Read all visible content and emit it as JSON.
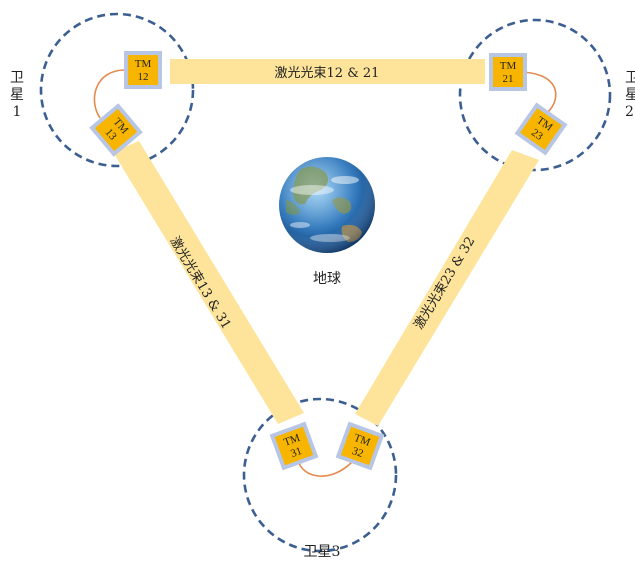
{
  "satellites": [
    {
      "label_line1": "卫",
      "label_line2": "星",
      "label_line3": "1"
    },
    {
      "label_line1": "卫",
      "label_line2": "星",
      "label_line3": "2"
    },
    {
      "label": "卫星3"
    }
  ],
  "test_masses": [
    {
      "line1": "TM",
      "line2": "12"
    },
    {
      "line1": "TM",
      "line2": "13"
    },
    {
      "line1": "TM",
      "line2": "21"
    },
    {
      "line1": "TM",
      "line2": "23"
    },
    {
      "line1": "TM",
      "line2": "31"
    },
    {
      "line1": "TM",
      "line2": "32"
    }
  ],
  "beams": {
    "b12": "激光光束12 & 21",
    "b13": "激光光束13 & 31",
    "b23": "激光光束23 & 32"
  },
  "earth_label": "地球",
  "colors": {
    "circle_stroke": "#3c5f91",
    "beam_fill": "#fde49a",
    "tm_fill": "#f7b500",
    "tm_border": "#b7c6e4",
    "tether": "#e48a4c"
  }
}
